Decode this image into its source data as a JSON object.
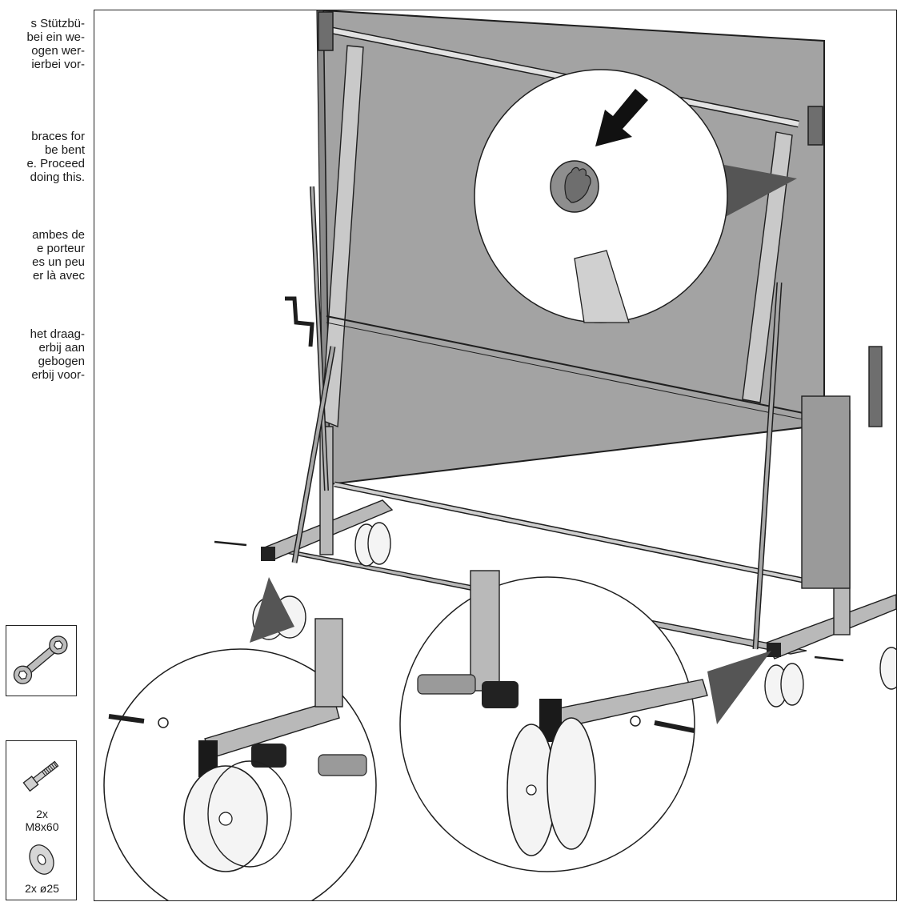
{
  "paragraphs": {
    "de": [
      "s Stützbü-",
      "bei ein we-",
      "ogen wer-",
      "ierbei vor-"
    ],
    "en": [
      "braces for",
      "be bent",
      "e. Proceed",
      "doing this."
    ],
    "fr": [
      "ambes de",
      "e porteur",
      "es un peu",
      "er là avec"
    ],
    "nl": [
      "het draag-",
      "erbij aan",
      "gebogen",
      "erbij voor-"
    ]
  },
  "parts": {
    "bolt": {
      "quantity": "2x",
      "size": "M8x60",
      "icon": "bolt-icon"
    },
    "washer": {
      "label": "2x ø25",
      "icon": "washer-icon"
    }
  },
  "tool": {
    "icon": "wrench-icon"
  },
  "colors": {
    "tabletop": "#a3a3a3",
    "frame": "#b9b9b9",
    "line": "#1e1e1e",
    "pointer": "#555555"
  }
}
